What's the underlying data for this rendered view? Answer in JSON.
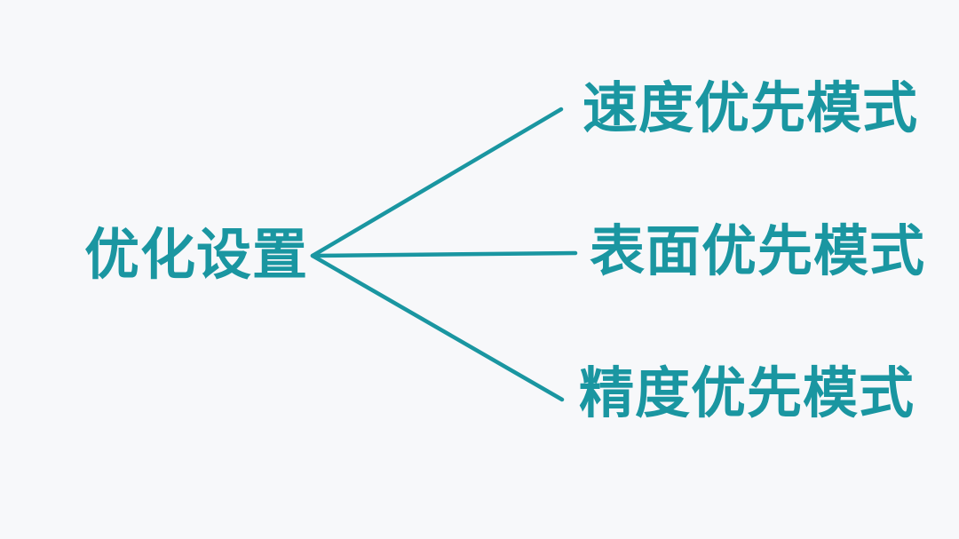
{
  "diagram": {
    "type": "mindmap-branch",
    "root": {
      "label": "优化设置"
    },
    "branches": [
      {
        "label": "速度优先模式"
      },
      {
        "label": "表面优先模式"
      },
      {
        "label": "精度优先模式"
      }
    ]
  },
  "colors": {
    "accent": "#1A96A1",
    "background": "#F7F8FA"
  }
}
